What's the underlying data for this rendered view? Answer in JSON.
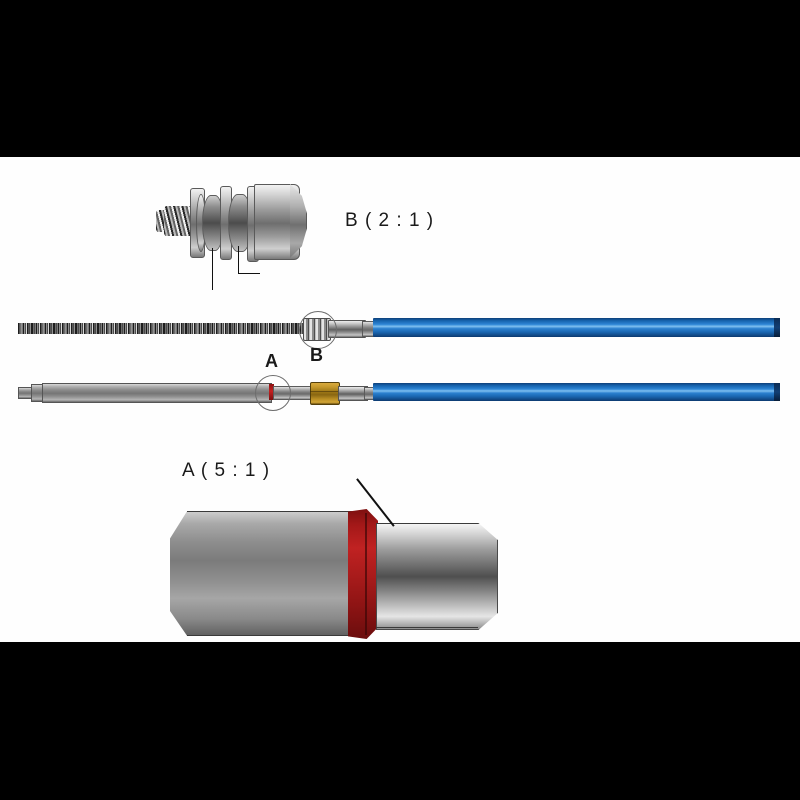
{
  "drawing": {
    "title": "Control cable assembly technical drawing",
    "background_color": "#fefefe",
    "letterbox_color": "#000000"
  },
  "labels": {
    "detail_b": "B ( 2 : 1 )",
    "detail_a": "A ( 5 : 1 )",
    "callout_b": "B",
    "callout_a": "A"
  },
  "colors": {
    "cable_blue": "#2e86d6",
    "cable_blue_highlight": "#7fc0f0",
    "cable_blue_dark": "#0e3f78",
    "steel_gray": "#8d8d8d",
    "brass": "#b98e24",
    "seal_red": "#c02222",
    "line_black": "#111111"
  },
  "views": {
    "detail_b_view": {
      "name": "B ( 2 : 1 )",
      "scale": "2 : 1",
      "description": "Magnified grooved coupling end fitting with helical spring",
      "leader_count": 2
    },
    "assembly_upper": {
      "name": "Upper cable assembly",
      "components": [
        "helical spring core",
        "grooved coupling",
        "steel ferrule",
        "blue outer jacket"
      ],
      "callout": "B"
    },
    "assembly_lower": {
      "name": "Lower cable assembly",
      "components": [
        "stepped end fitting",
        "steel rod",
        "red seal ring",
        "brass hex nut",
        "steel ferrule",
        "blue outer jacket"
      ],
      "callout": "A"
    },
    "detail_a_view": {
      "name": "A ( 5 : 1 )",
      "scale": "5 : 1",
      "description": "Magnified red seal ring between chamfered body and shaft",
      "leader_count": 1
    }
  }
}
